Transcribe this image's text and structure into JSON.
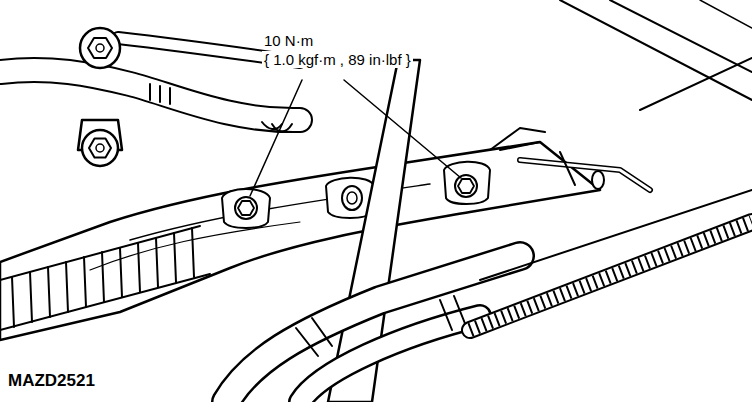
{
  "diagram": {
    "labels": [
      "10 N·m",
      "{ 1.0 kgf·m , 89 in·lbf }",
      "MAZD2521"
    ]
  }
}
